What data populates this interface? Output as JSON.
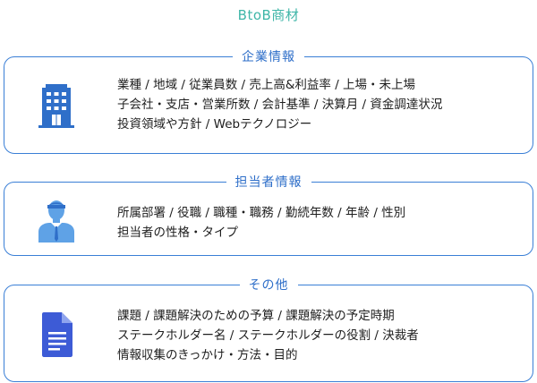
{
  "title": "BtoB商材",
  "colors": {
    "title": "#3fb6a8",
    "accent": "#2f6fc9",
    "border": "#3a7fd6",
    "icon_blue": "#2f6fc9",
    "icon_light": "#5fa2e6",
    "doc_blue": "#3d5bd6"
  },
  "sections": [
    {
      "heading": "企業情報",
      "icon": "building-icon",
      "lines": [
        "業種 / 地域 / 従業員数 / 売上高&利益率 / 上場・未上場",
        "子会社・支店・営業所数 / 会計基準 / 決算月 / 資金調達状況",
        "投資領域や方針 / Webテクノロジー"
      ]
    },
    {
      "heading": "担当者情報",
      "icon": "person-icon",
      "lines": [
        "所属部署 / 役職 / 職種・職務 / 勤続年数 / 年齢 / 性別",
        "担当者の性格・タイプ"
      ]
    },
    {
      "heading": "その他",
      "icon": "document-icon",
      "lines": [
        "課題 / 課題解決のための予算 / 課題解決の予定時期",
        "ステークホルダー名 / ステークホルダーの役割 / 決裁者",
        "情報収集のきっかけ・方法・目的"
      ]
    }
  ]
}
